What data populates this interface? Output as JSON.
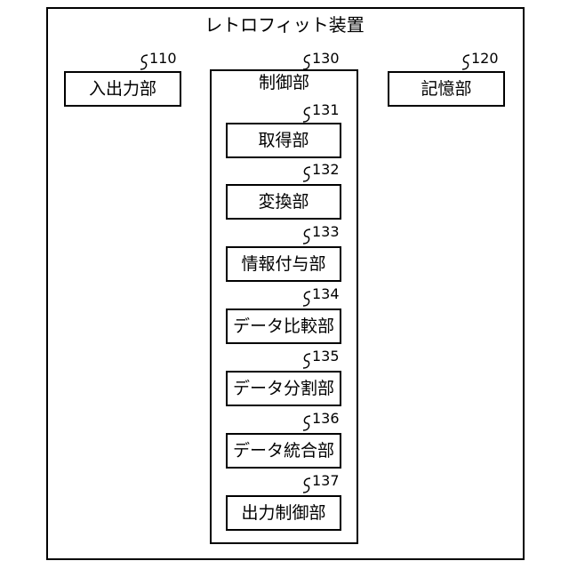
{
  "diagram": {
    "title": "レトロフィット装置",
    "modules": {
      "io": {
        "label": "入出力部",
        "ref": "110"
      },
      "storage": {
        "label": "記憶部",
        "ref": "120"
      },
      "control": {
        "label": "制御部",
        "ref": "130"
      }
    },
    "sub_units": [
      {
        "label": "取得部",
        "ref": "131"
      },
      {
        "label": "変換部",
        "ref": "132"
      },
      {
        "label": "情報付与部",
        "ref": "133"
      },
      {
        "label": "データ比較部",
        "ref": "134"
      },
      {
        "label": "データ分割部",
        "ref": "135"
      },
      {
        "label": "データ統合部",
        "ref": "136"
      },
      {
        "label": "出力制御部",
        "ref": "137"
      }
    ]
  }
}
